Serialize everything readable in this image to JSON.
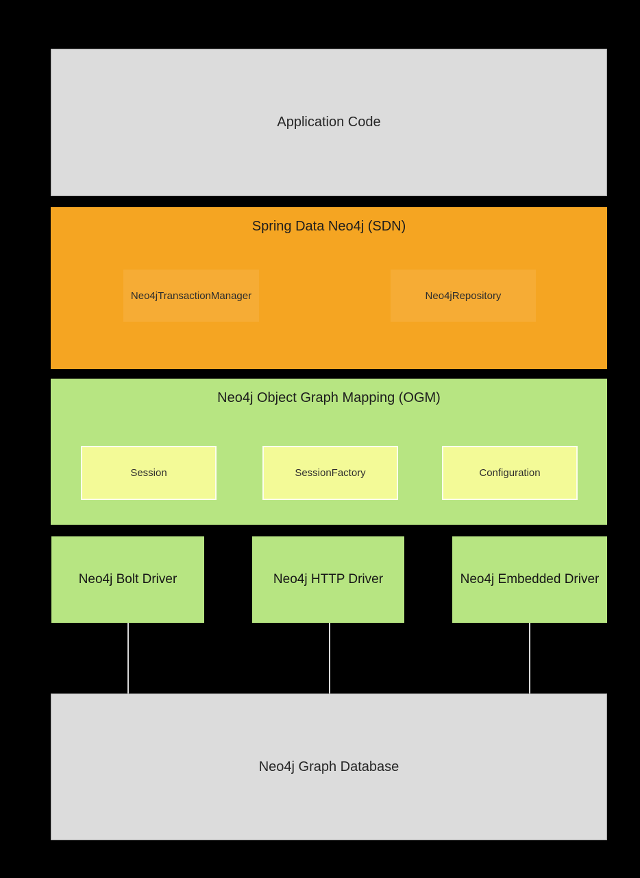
{
  "colors": {
    "background": "#000000",
    "gray_box": "#dcdcdc",
    "gray_border": "#a9a9a9",
    "orange": "#f5a522",
    "orange_inner": "#f6ac35",
    "green": "#b7e582",
    "yellow": "#f3fa97",
    "yellow_border": "#fdfdec",
    "connector": "#d9d9d9",
    "text": "#222222"
  },
  "application": {
    "label": "Application Code"
  },
  "sdn": {
    "title": "Spring Data Neo4j (SDN)",
    "components": [
      {
        "label": "Neo4jTransactionManager"
      },
      {
        "label": "Neo4jRepository"
      }
    ]
  },
  "ogm": {
    "title": "Neo4j Object Graph Mapping (OGM)",
    "components": [
      {
        "label": "Session"
      },
      {
        "label": "SessionFactory"
      },
      {
        "label": "Configuration"
      }
    ]
  },
  "drivers": {
    "items": [
      {
        "label": "Neo4j Bolt Driver"
      },
      {
        "label": "Neo4j HTTP Driver"
      },
      {
        "label": "Neo4j Embedded Driver"
      }
    ]
  },
  "database": {
    "label": "Neo4j Graph Database"
  }
}
